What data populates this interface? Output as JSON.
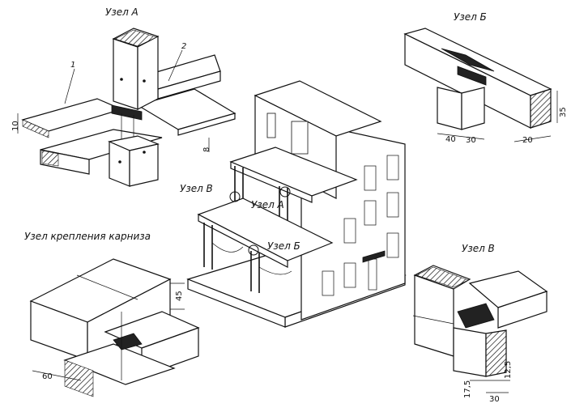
{
  "labels": {
    "node_a": "Узел А",
    "node_b": "Узел Б",
    "node_v": "Узел В",
    "cornice_node": "Узел крепления карниза",
    "callout_a": "Узел А",
    "callout_b": "Узел Б",
    "callout_v": "Узел В"
  },
  "node_a_dims": {
    "part1": "1",
    "part2": "2",
    "d10": "10",
    "d8": "8"
  },
  "node_b_dims": {
    "d35": "35",
    "d40": "40",
    "d30": "30",
    "d20": "20"
  },
  "node_v_dims": {
    "d125": "12,5",
    "d175": "17,5",
    "d30": "30"
  },
  "cornice_dims": {
    "d45": "45",
    "d60": "60"
  }
}
